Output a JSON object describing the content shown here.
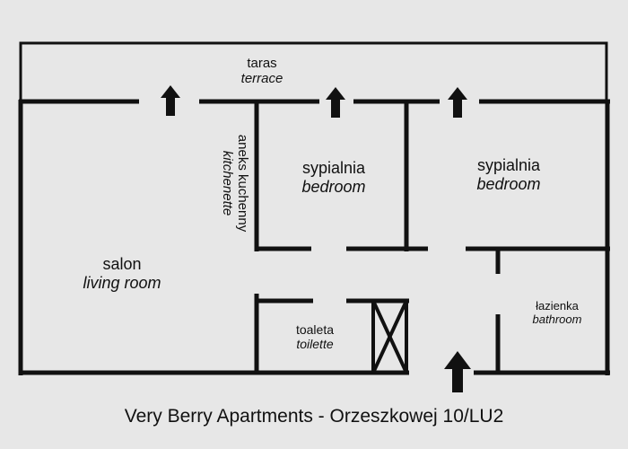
{
  "rooms": {
    "terrace": {
      "pl": "taras",
      "en": "terrace"
    },
    "kitchenette": {
      "pl": "aneks kuchenny",
      "en": "kitchenette"
    },
    "bedroom1": {
      "pl": "sypialnia",
      "en": "bedroom"
    },
    "bedroom2": {
      "pl": "sypialnia",
      "en": "bedroom"
    },
    "living_room": {
      "pl": "salon",
      "en": "living room"
    },
    "toilet": {
      "pl": "toaleta",
      "en": "toilette"
    },
    "bathroom": {
      "pl": "łazienka",
      "en": "bathroom"
    }
  },
  "caption": "Very Berry Apartments - Orzeszkowej 10/LU2",
  "colors": {
    "background": "#e7e7e7",
    "wall": "#111111"
  }
}
